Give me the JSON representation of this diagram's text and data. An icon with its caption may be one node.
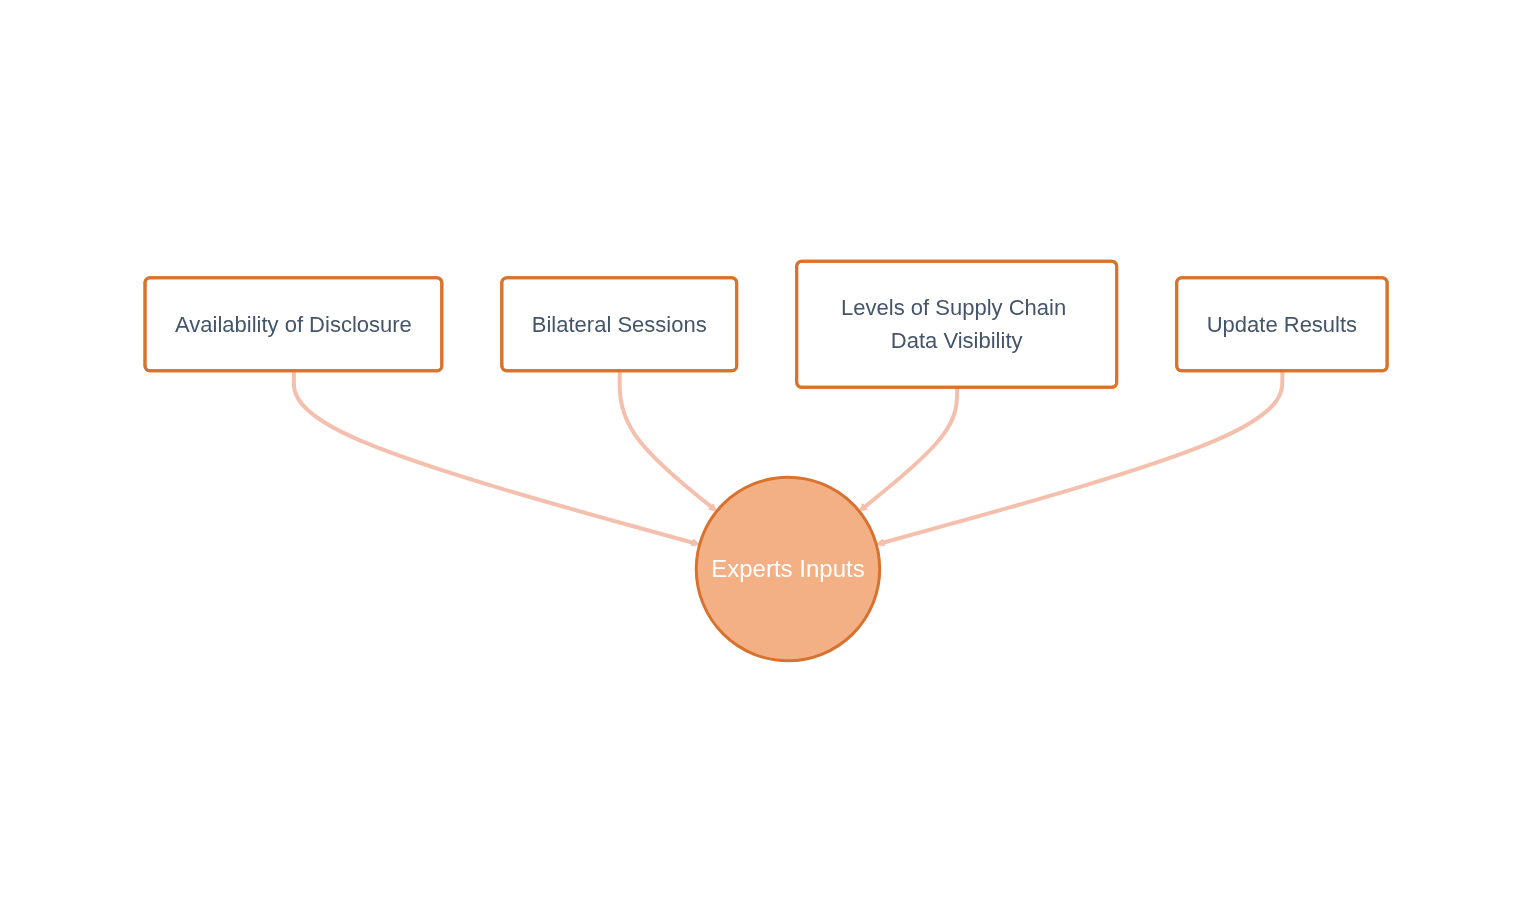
{
  "diagram": {
    "nodes": [
      {
        "text": [
          "Availability of Disclosure"
        ]
      },
      {
        "text": [
          "Bilateral Sessions"
        ]
      },
      {
        "text": [
          "Levels of Supply Chain Data Visibility"
        ]
      },
      {
        "text": [
          "Experts Inputs"
        ]
      },
      {
        "text": [
          "Update Results"
        ]
      }
    ],
    "edges": [
      {
        "from": 0,
        "to": 3,
        "arrow": "to"
      },
      {
        "from": 1,
        "to": 3,
        "arrow": "to"
      },
      {
        "from": 2,
        "to": 3,
        "arrow": "to"
      },
      {
        "from": 4,
        "to": 3,
        "arrow": "to"
      }
    ]
  }
}
